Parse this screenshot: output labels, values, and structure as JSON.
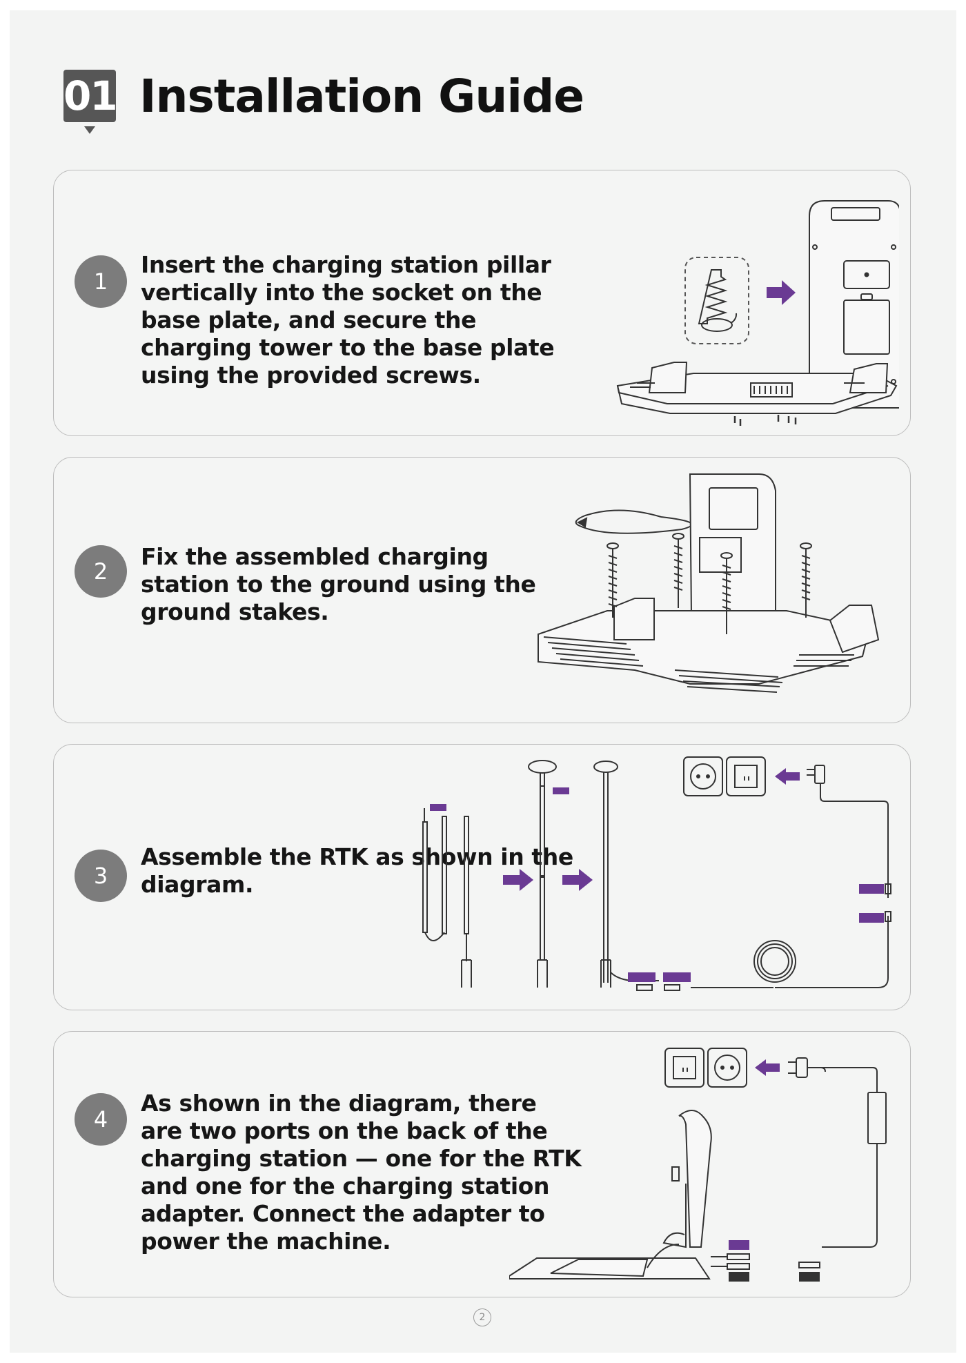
{
  "header": {
    "section_number": "01",
    "title": "Installation Guide"
  },
  "steps": [
    {
      "number": "1",
      "text": "Insert the charging station pillar vertically into the socket on the base plate, and secure the charging tower to the base plate using the provided screws."
    },
    {
      "number": "2",
      "text": "Fix the assembled charging station to the ground using the ground stakes."
    },
    {
      "number": "3",
      "text": "Assemble the RTK as shown in the diagram."
    },
    {
      "number": "4",
      "text": "As shown in the diagram, there are two ports on the back of the charging station — one for the RTK and one for the charging station adapter. Connect the adapter to power the machine."
    }
  ],
  "page_number": "2",
  "colors": {
    "accent": "#6a3a93",
    "step_circle": "#7c7c7c",
    "section_badge": "#565656"
  }
}
